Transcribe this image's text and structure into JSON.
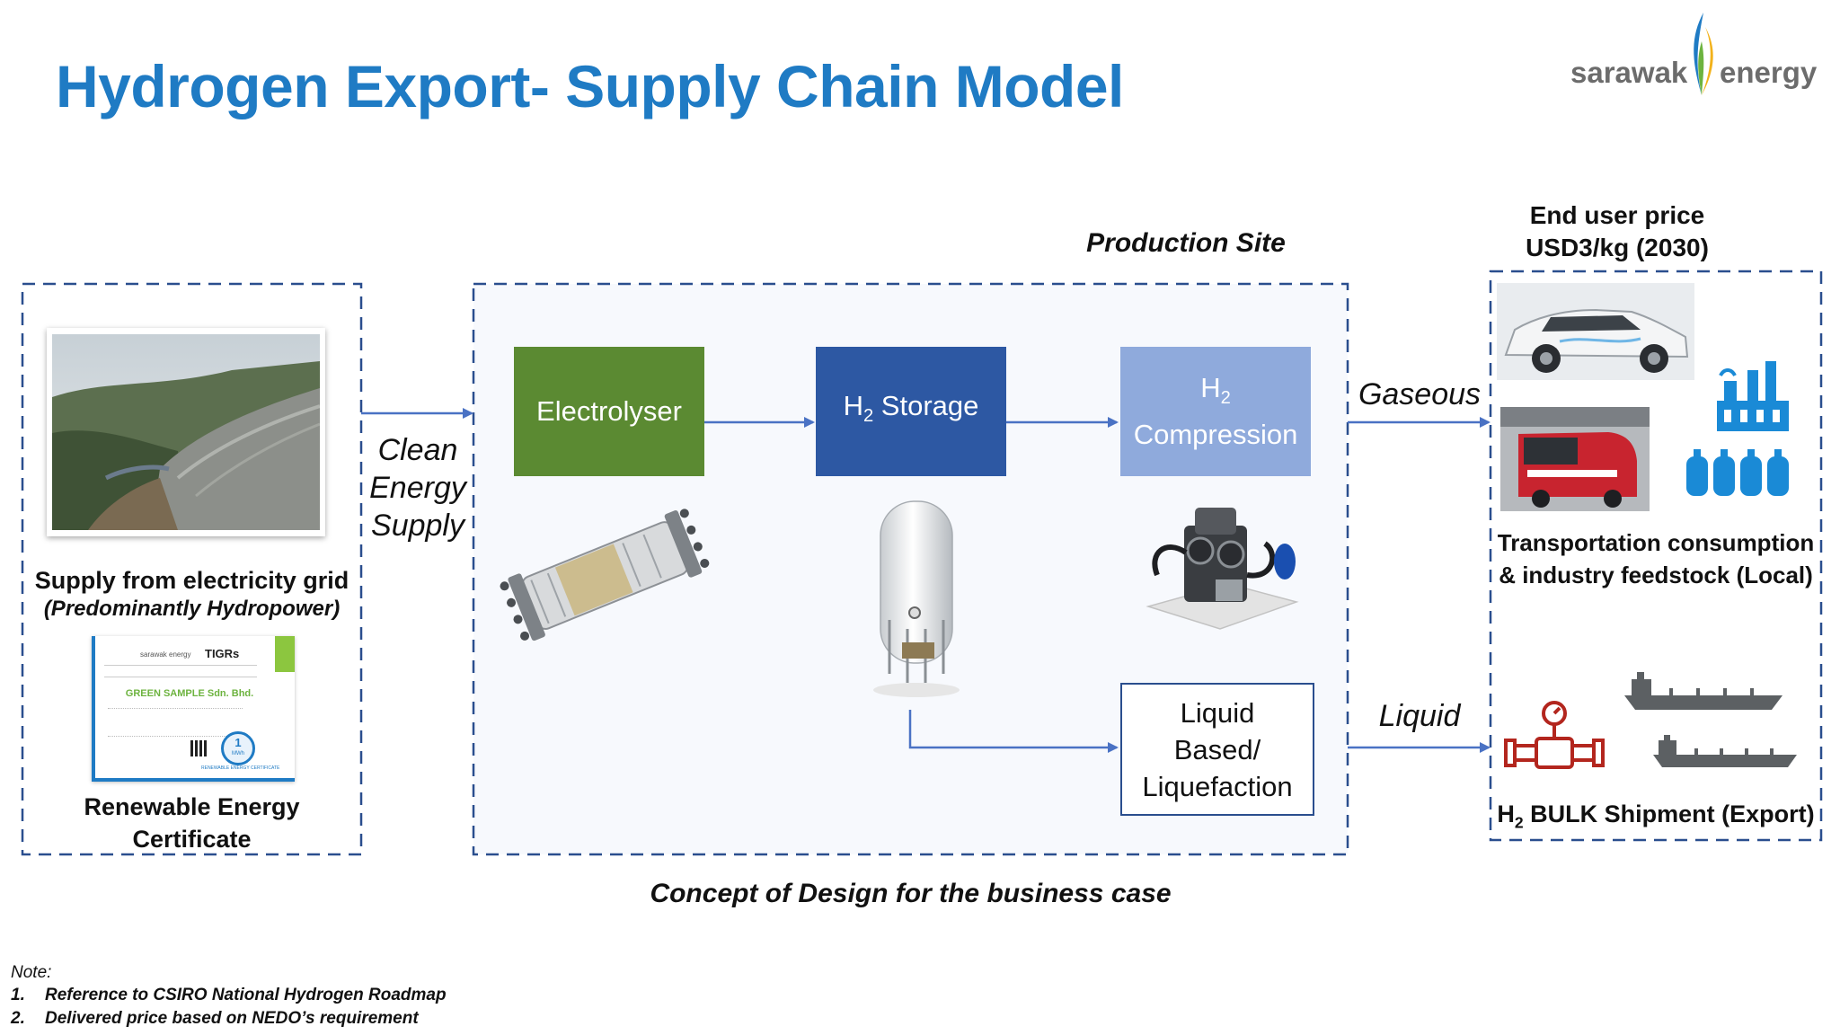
{
  "header": {
    "title": "Hydrogen Export- Supply Chain Model",
    "logo_left": "sarawak",
    "logo_right": "energy"
  },
  "source": {
    "label": "Supply from electricity grid",
    "sublabel": "(Predominantly Hydropower)",
    "certificate_label_line1": "Renewable Energy",
    "certificate_label_line2": "Certificate",
    "certificate": {
      "brand": "sarawak energy",
      "issuer": "TIGRs",
      "company": "GREEN SAMPLE Sdn. Bhd.",
      "badge_value": "1",
      "badge_unit": "MWh",
      "footer": "RENEWABLE ENERGY CERTIFICATE"
    }
  },
  "clean_energy": {
    "line1": "Clean",
    "line2": "Energy",
    "line3": "Supply"
  },
  "production": {
    "title": "Production Site",
    "electrolyser": "Electrolyser",
    "storage_pre": "H",
    "storage_sub": "2",
    "storage_post": " Storage",
    "compression_pre": "H",
    "compression_sub": "2",
    "compression_post": "Compression",
    "liquid_line1": "Liquid",
    "liquid_line2": "Based/",
    "liquid_line3": "Liquefaction"
  },
  "flows": {
    "gaseous": "Gaseous",
    "liquid": "Liquid"
  },
  "end_user": {
    "price_line1": "End user price",
    "price_line2": "USD3/kg (2030)",
    "local_line1": "Transportation consumption",
    "local_line2": "& industry feedstock (Local)",
    "export_pre": "H",
    "export_sub": "2",
    "export_post": " BULK Shipment (Export)"
  },
  "caption": "Concept of Design for the business case",
  "notes": {
    "heading": "Note:",
    "items": [
      {
        "num": "1.",
        "text": "Reference to CSIRO National Hydrogen Roadmap"
      },
      {
        "num": "2.",
        "text": "Delivered price based on NEDO’s requirement"
      }
    ]
  },
  "colors": {
    "title": "#1f7bc4",
    "electrolyser": "#5b8a32",
    "storage": "#2d58a3",
    "compression": "#8faadc",
    "dashed_border": "#2a4e8e",
    "arrow": "#4a72c4",
    "icon_blue": "#1a8ad6",
    "ship": "#5c6063"
  }
}
